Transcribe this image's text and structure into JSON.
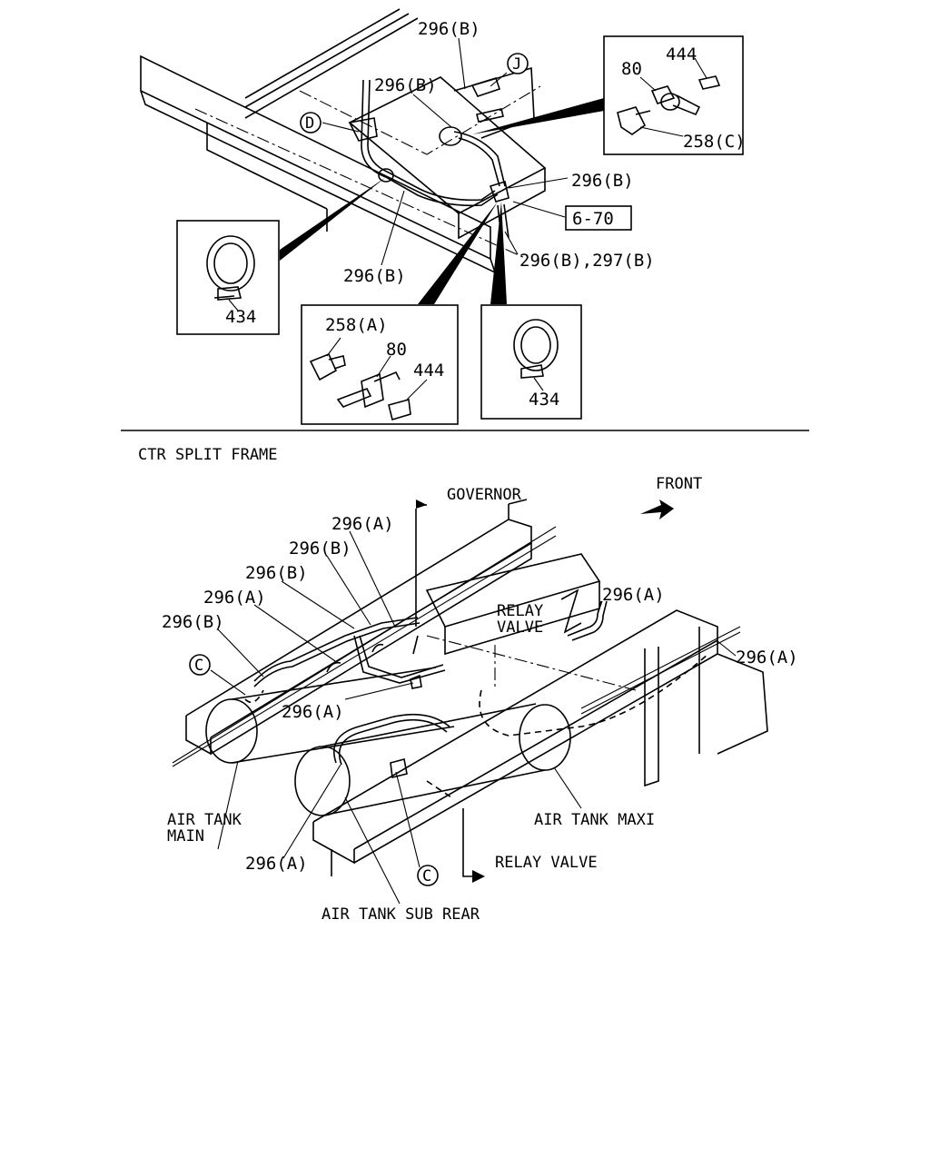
{
  "top": {
    "callouts": {
      "p296b_top": "296(B)",
      "p296b_mid": "296(B)",
      "p296b_right": "296(B)",
      "p296b_bottom": "296(B)",
      "p296b_297b": "296(B),297(B)",
      "ref": "6-70"
    },
    "circles": {
      "j": "J",
      "d": "D"
    },
    "inset_tr": {
      "p444": "444",
      "p80": "80",
      "p258c": "258(C)"
    },
    "inset_left": {
      "p434": "434"
    },
    "inset_mid": {
      "p258a": "258(A)",
      "p80": "80",
      "p444": "444"
    },
    "inset_right": {
      "p434": "434"
    }
  },
  "bottom": {
    "section_title": "CTR SPLIT FRAME",
    "front": "FRONT",
    "governor": "GOVERNOR",
    "relay_valve_top_l1": "RELAY",
    "relay_valve_top_l2": "VALVE",
    "relay_valve_bottom": "RELAY VALVE",
    "air_tank_main_l1": "AIR TANK",
    "air_tank_main_l2": "MAIN",
    "air_tank_maxi": "AIR TANK MAXI",
    "air_tank_sub_rear": "AIR TANK SUB REAR",
    "callouts": {
      "a1": "296(A)",
      "b1": "296(B)",
      "b2": "296(B)",
      "a2": "296(A)",
      "b3": "296(B)",
      "a_right_top": "296(A)",
      "a_right": "296(A)",
      "a_mid": "296(A)",
      "a_bottom": "296(A)"
    },
    "circles": {
      "c_left": "C",
      "c_bottom": "C"
    }
  }
}
